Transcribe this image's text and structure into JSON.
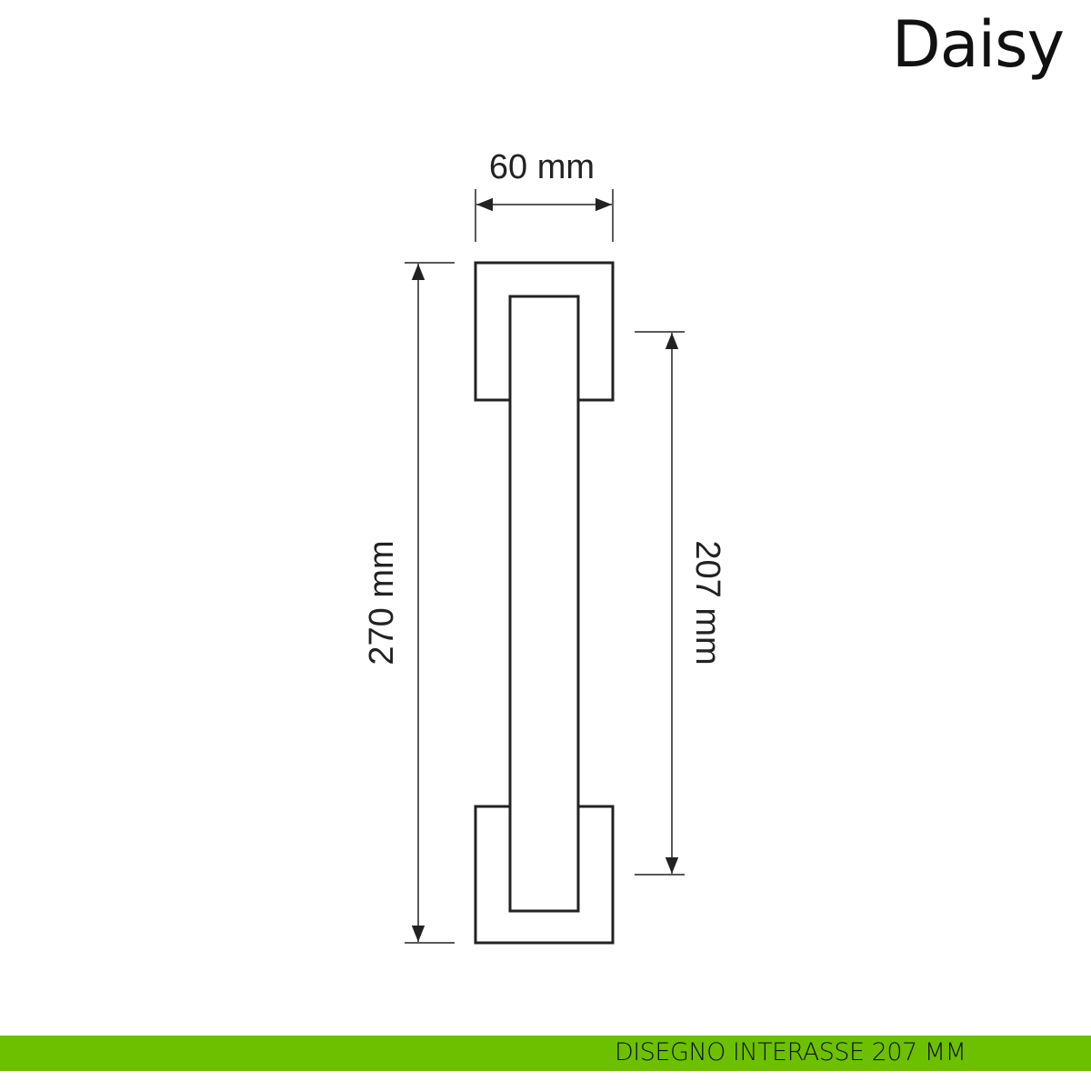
{
  "title": "Daisy",
  "dimensions": {
    "width_label": "60 mm",
    "total_length_label": "270 mm",
    "center_distance_label": "207 mm"
  },
  "footer": {
    "text": "DISEGNO INTERASSE 207 MM",
    "color": "#6cc000"
  }
}
